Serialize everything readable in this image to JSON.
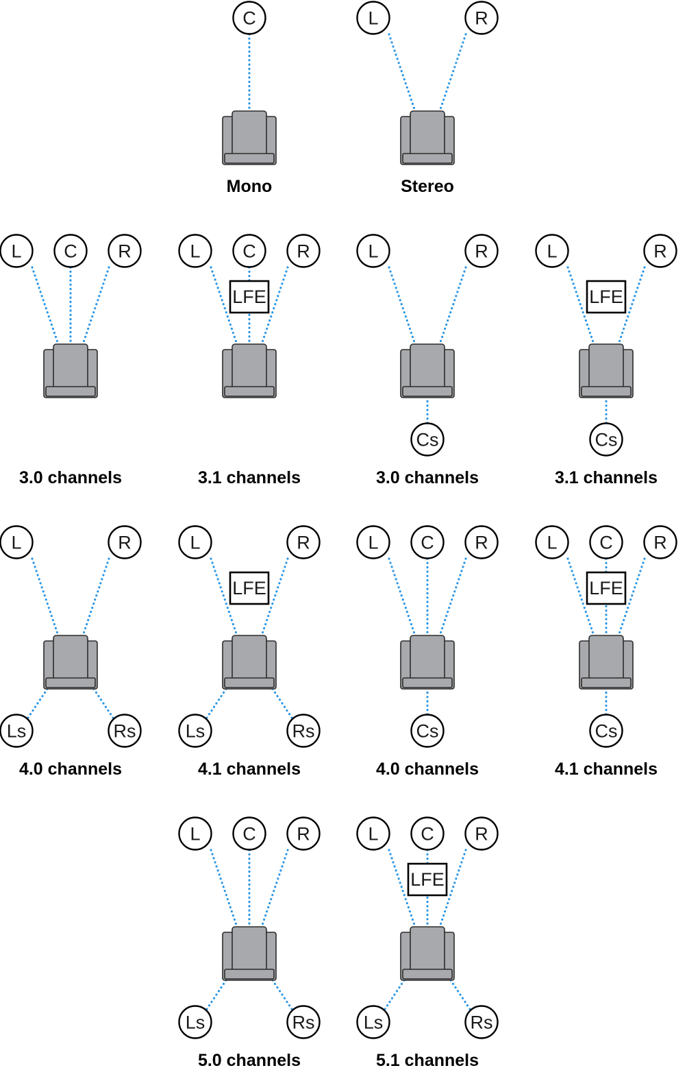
{
  "diagram": {
    "speaker_labels": {
      "L": "L",
      "C": "C",
      "R": "R",
      "Ls": "Ls",
      "Rs": "Rs",
      "Cs": "Cs",
      "LFE": "LFE"
    },
    "colors": {
      "link": "#2a96e6",
      "chair_fill": "#a7a9ac",
      "chair_stroke": "#2b2b2b",
      "speaker_stroke": "#000000",
      "text": "#000000"
    },
    "layouts": [
      {
        "id": "mono",
        "caption": "Mono",
        "speakers": [
          "C"
        ]
      },
      {
        "id": "stereo",
        "caption": "Stereo",
        "speakers": [
          "L",
          "R"
        ]
      },
      {
        "id": "3-0-lcr",
        "caption": "3.0 channels",
        "speakers": [
          "L",
          "C",
          "R"
        ]
      },
      {
        "id": "3-1-lcr-lfe",
        "caption": "3.1 channels",
        "speakers": [
          "L",
          "C",
          "R",
          "LFE"
        ]
      },
      {
        "id": "3-0-lr-cs",
        "caption": "3.0 channels",
        "speakers": [
          "L",
          "R",
          "Cs"
        ]
      },
      {
        "id": "3-1-lr-lfe-cs",
        "caption": "3.1 channels",
        "speakers": [
          "L",
          "R",
          "LFE",
          "Cs"
        ]
      },
      {
        "id": "4-0-quad",
        "caption": "4.0 channels",
        "speakers": [
          "L",
          "R",
          "Ls",
          "Rs"
        ]
      },
      {
        "id": "4-1-quad-lfe",
        "caption": "4.1 channels",
        "speakers": [
          "L",
          "R",
          "LFE",
          "Ls",
          "Rs"
        ]
      },
      {
        "id": "4-0-lcr-cs",
        "caption": "4.0 channels",
        "speakers": [
          "L",
          "C",
          "R",
          "Cs"
        ]
      },
      {
        "id": "4-1-lcr-lfe-cs",
        "caption": "4.1 channels",
        "speakers": [
          "L",
          "C",
          "R",
          "LFE",
          "Cs"
        ]
      },
      {
        "id": "5-0",
        "caption": "5.0 channels",
        "speakers": [
          "L",
          "C",
          "R",
          "Ls",
          "Rs"
        ]
      },
      {
        "id": "5-1",
        "caption": "5.1 channels",
        "speakers": [
          "L",
          "C",
          "R",
          "LFE",
          "Ls",
          "Rs"
        ]
      }
    ]
  }
}
